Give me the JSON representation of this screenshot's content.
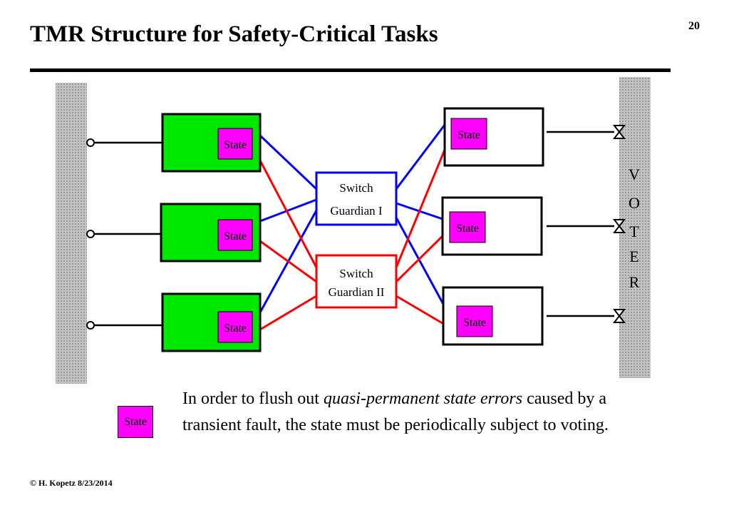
{
  "slide": {
    "title": "TMR Structure for Safety-Critical Tasks",
    "page_number": "20",
    "footer": "© H. Kopetz  8/23/2014"
  },
  "diagram": {
    "state_label": "State",
    "guardian_1": {
      "line1": "Switch",
      "line2": "Guardian I"
    },
    "guardian_2": {
      "line1": "Switch",
      "line2": "Guardian II"
    },
    "voter_letters": [
      "V",
      "O",
      "T",
      "E",
      "R"
    ],
    "colors": {
      "left_node_fill": "#00e800",
      "state_fill": "#ff00ff",
      "guardian_1_color": "#0000ff",
      "guardian_2_color": "#ff0000",
      "bus_fill": "#b8b8b8"
    }
  },
  "caption": {
    "part1": "In order to flush out ",
    "emphasis": "quasi-permanent state errors",
    "part2": " caused by a transient fault,  the state must be periodically subject to voting."
  },
  "legend": {
    "label": "State"
  }
}
